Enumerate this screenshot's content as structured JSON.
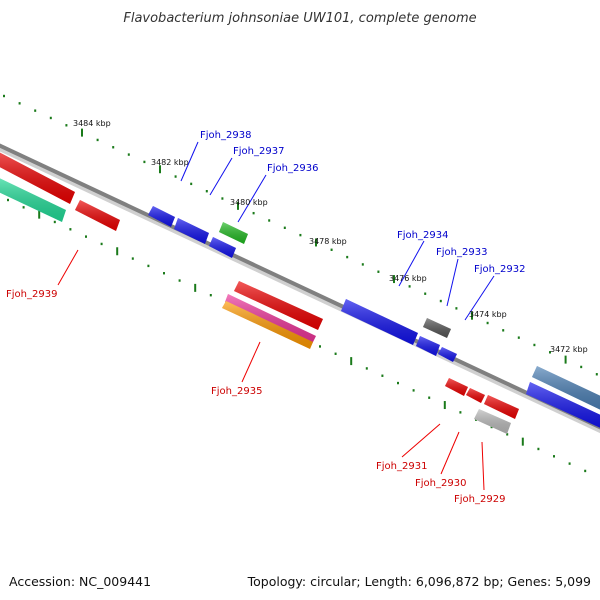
{
  "title": "Flavobacterium johnsoniae UW101, complete genome",
  "accession": "Accession: NC_009441",
  "summary": "Topology: circular; Length: 6,096,872 bp; Genes: 5,099",
  "ticks": [
    "3484 kbp",
    "3482 kbp",
    "3480 kbp",
    "3478 kbp",
    "3476 kbp",
    "3474 kbp",
    "3472 kbp"
  ],
  "upper_genes": [
    "Fjoh_2938",
    "Fjoh_2937",
    "Fjoh_2936",
    "Fjoh_2934",
    "Fjoh_2933",
    "Fjoh_2932"
  ],
  "lower_genes": [
    "Fjoh_2939",
    "Fjoh_2935",
    "Fjoh_2931",
    "Fjoh_2930",
    "Fjoh_2929"
  ],
  "colors": {
    "forward_label": "#0000cc",
    "reverse_label": "#cc0000",
    "tick": "#1a7a1a",
    "backbone": "#808080",
    "red": "#ee0000",
    "blue": "#1111ee",
    "green": "#22bb22",
    "teal": "#22dd99",
    "magenta": "#ee3399",
    "orange": "#ff9900",
    "dark_gray": "#555555",
    "light_gray": "#bbbbbb",
    "steel_blue": "#4a7fb5"
  }
}
